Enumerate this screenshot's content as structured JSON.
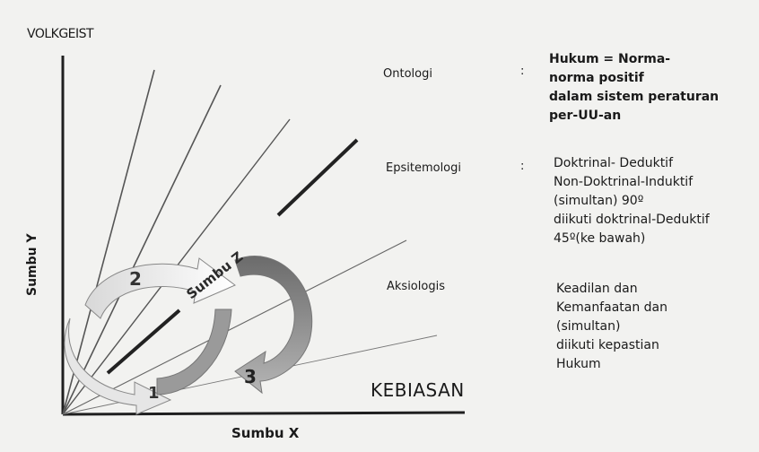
{
  "labels": {
    "top_left": "VOLKGEIST",
    "y_axis": "Sumbu Y",
    "x_axis": "Sumbu X",
    "z_axis": "Sumbu Z",
    "bottom_right": "KEBIASAN"
  },
  "cycle_numbers": {
    "one": "1",
    "two": "2",
    "three": "3"
  },
  "aspects": [
    {
      "name": "Ontologi",
      "separator": ":",
      "lines": [
        "Hukum = Norma-",
        "norma positif",
        "dalam sistem peraturan",
        "per-UU-an"
      ]
    },
    {
      "name": "Epsitemologi",
      "separator": ":",
      "lines": [
        "Doktrinal- Deduktif",
        "Non-Doktrinal-Induktif",
        "(simultan) 90º",
        "diikuti doktrinal-Deduktif",
        " 45º(ke bawah)"
      ]
    },
    {
      "name": "Aksiologis",
      "separator": "",
      "lines": [
        "Keadilan dan",
        "Kemanfaatan dan",
        "(simultan)",
        "diikuti kepastian",
        "Hukum"
      ]
    }
  ],
  "colors": {
    "line": "#2a2a2a",
    "thin_line": "#555555",
    "arrow_dark": "#7a7a7a",
    "arrow_light": "#f4f4f4"
  }
}
